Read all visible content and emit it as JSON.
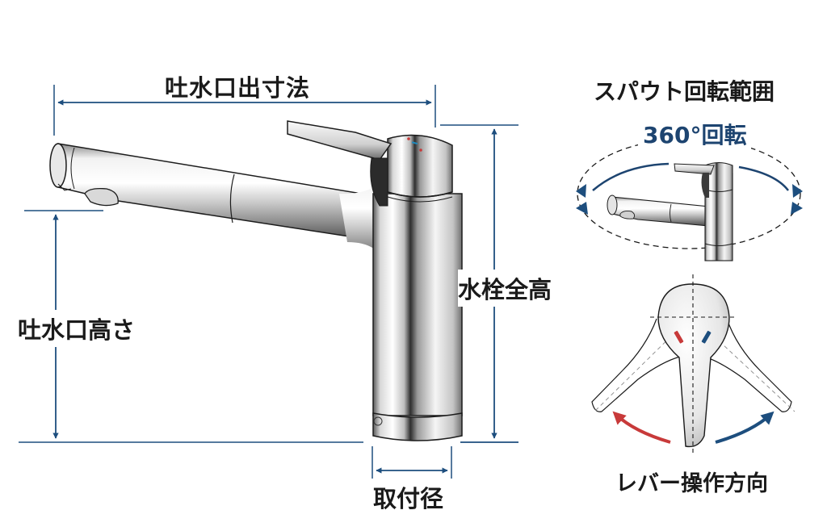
{
  "diagram": {
    "subject": "kitchen single-lever faucet with pull-out spout",
    "colors": {
      "dimension_line": "#1d4e7e",
      "arrowhead": "#1d4e7e",
      "text": "#1a1a1a",
      "rotation_text": "#1d4470",
      "hot_indicator": "#c83a3a",
      "cold_indicator": "#1d4e7e",
      "chrome_dark": "#3a3a3a",
      "chrome_light": "#f2f2f2"
    }
  },
  "dimensions": {
    "spout_reach": {
      "label": "吐水口出寸法",
      "orientation": "horizontal"
    },
    "spout_height": {
      "label": "吐水口高さ",
      "orientation": "vertical"
    },
    "total_height": {
      "label": "水栓全高",
      "orientation": "vertical"
    },
    "mount_diameter": {
      "label": "取付径",
      "orientation": "horizontal"
    }
  },
  "insets": {
    "spout_rotation": {
      "title": "スパウト回転範囲",
      "value": "360°回転"
    },
    "lever_operation": {
      "title": "レバー操作方向",
      "hot_direction": "left",
      "cold_direction": "right"
    }
  }
}
